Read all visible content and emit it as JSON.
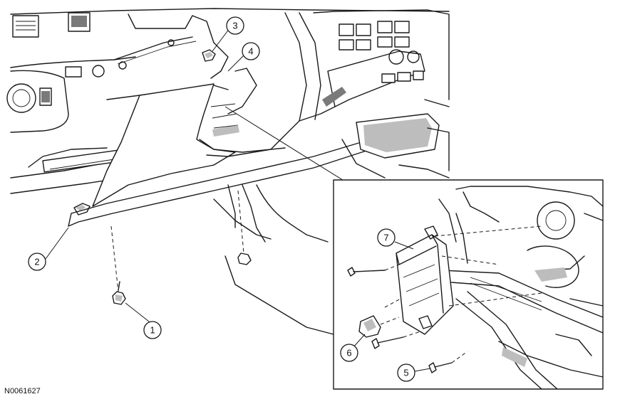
{
  "figure_id": "N0061627",
  "callouts": [
    {
      "label": "1"
    },
    {
      "label": "2"
    },
    {
      "label": "3"
    },
    {
      "label": "4"
    },
    {
      "label": "5"
    },
    {
      "label": "6"
    },
    {
      "label": "7"
    }
  ]
}
